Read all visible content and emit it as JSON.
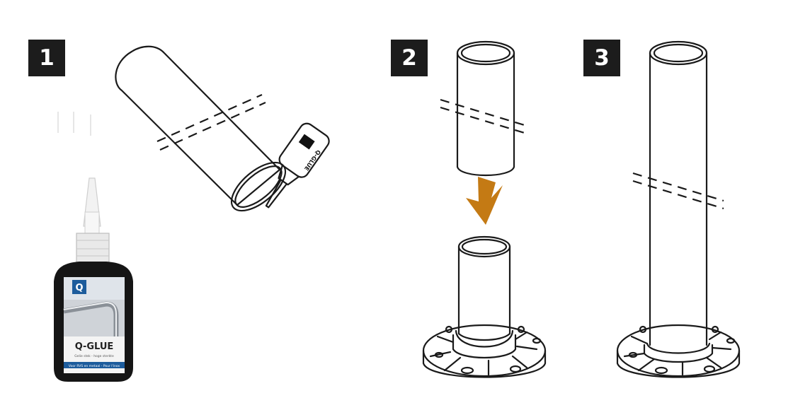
{
  "steps": [
    {
      "number": "1"
    },
    {
      "number": "2"
    },
    {
      "number": "3"
    }
  ],
  "product": {
    "brand_letter": "Q",
    "name": "Q-GLUE",
    "tagline": "Gelie stek - hoge sterkte",
    "strip_text": "Voor RVS en metaal - Pour l'inox",
    "nozzle_label": "Q-GLUE"
  },
  "colors": {
    "badge": "#1c1c1c",
    "arrow": "#c47a14",
    "bottle": "#151515",
    "label_strip": "#1d5c9c"
  }
}
